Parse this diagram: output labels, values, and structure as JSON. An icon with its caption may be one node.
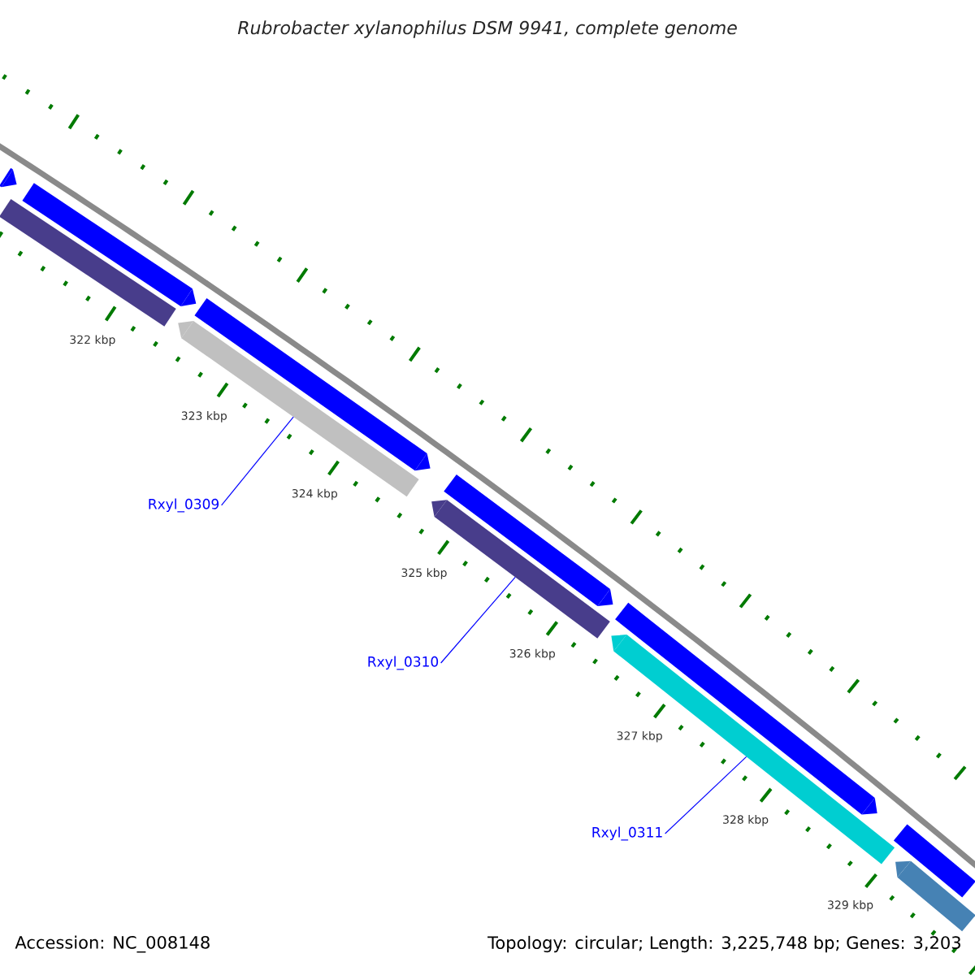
{
  "diagram": {
    "title": "Rubrobacter xylanophilus DSM 9941, complete genome",
    "nodes": [
      {
        "text": [
          "Rxyl_0309"
        ]
      },
      {
        "text": [
          "Rxyl_0310"
        ]
      },
      {
        "text": [
          "Rxyl_0311"
        ]
      },
      {
        "text": [],
        "shape": "bar"
      },
      {
        "text": [],
        "shape": "bar"
      },
      {
        "text": [],
        "shape": "bar"
      },
      {
        "text": [],
        "shape": "bar"
      },
      {
        "text": [],
        "shape": "bar"
      },
      {
        "text": [],
        "shape": "bar"
      },
      {
        "text": [],
        "shape": "bar"
      },
      {
        "text": [],
        "shape": "bar"
      },
      {
        "text": [],
        "shape": "bar"
      },
      {
        "text": [],
        "shape": "bar"
      },
      {
        "text": [],
        "shape": "bar"
      }
    ],
    "edges": [
      {
        "from": 0,
        "to": 6,
        "arrow": "none"
      },
      {
        "from": 1,
        "to": 8,
        "arrow": "none"
      },
      {
        "from": 2,
        "to": 11,
        "arrow": "none"
      }
    ],
    "labels": [
      "322 kbp",
      "323 kbp",
      "324 kbp",
      "325 kbp",
      "326 kbp",
      "327 kbp",
      "328 kbp",
      "329 kbp",
      "Accession: NC_008148",
      "Topology: circular; Length: 3,225,748 bp; Genes: 3,203"
    ]
  }
}
